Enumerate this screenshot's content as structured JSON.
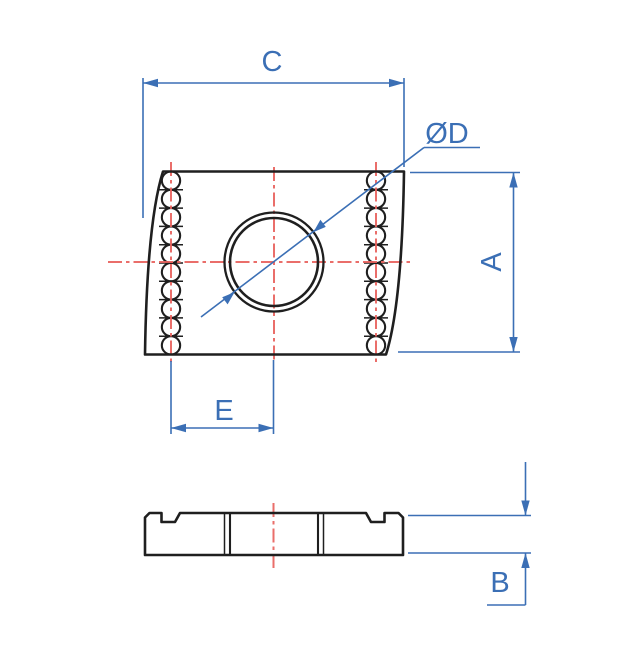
{
  "colors": {
    "outline": "#1f1f1f",
    "dimension": "#3b6fb5",
    "centerline": "#e8625d",
    "background": "#ffffff"
  },
  "labels": {
    "overall_width": "C",
    "hole_diameter": "ØD",
    "overall_height": "A",
    "groove_offset": "E",
    "thickness": "B"
  }
}
